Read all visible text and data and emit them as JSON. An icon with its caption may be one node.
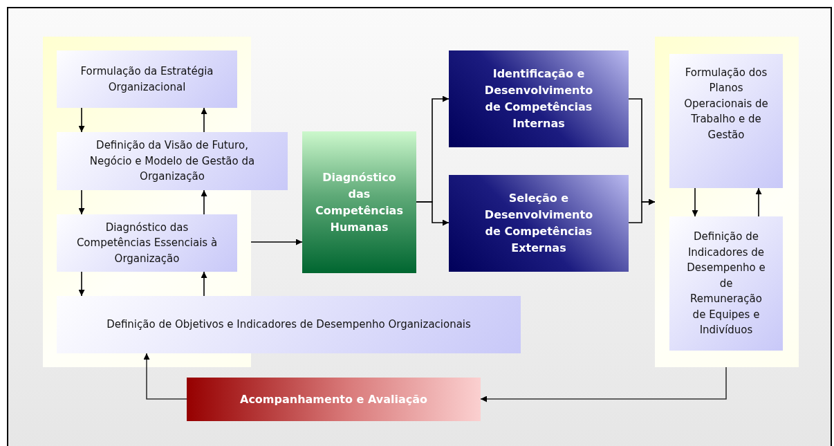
{
  "diagram": {
    "nodes": [
      {
        "text": [],
        "shape": "box"
      },
      {
        "text": [
          "Formulação da Estratégia Organizacional"
        ],
        "in": 0
      },
      {
        "text": [
          "Definição da Visão de Futuro, Negócio e Modelo de Gestão da Organização"
        ],
        "in": 0
      },
      {
        "text": [
          "Diagnóstico das Competências Essenciais à Organização"
        ],
        "in": 0
      },
      {
        "text": [
          "Definição de Objetivos e Indicadores de Desempenho Organizacionais"
        ]
      },
      {
        "text": [
          "Diagnóstico das Competências Humanas"
        ]
      },
      {
        "text": [
          "Identificação e Desenvolvimento de Competências Internas"
        ]
      },
      {
        "text": [
          "Seleção e Desenvolvimento de Competências Externas"
        ]
      },
      {
        "text": [],
        "shape": "box"
      },
      {
        "text": [
          "Formulação dos Planos Operacionais de Trabalho e de Gestão"
        ],
        "in": 8
      },
      {
        "text": [
          "Definição de Indicadores de Desempenho e de Remuneração de Equipes e Indivíduos"
        ],
        "in": 8
      },
      {
        "text": [
          "Acompanhamento e Avaliação"
        ]
      }
    ],
    "edges": [
      {
        "from": 1,
        "to": 2,
        "arrow": "to"
      },
      {
        "from": 2,
        "to": 1,
        "arrow": "to"
      },
      {
        "from": 2,
        "to": 3,
        "arrow": "to"
      },
      {
        "from": 3,
        "to": 2,
        "arrow": "to"
      },
      {
        "from": 3,
        "to": 4,
        "arrow": "to"
      },
      {
        "from": 4,
        "to": 3,
        "arrow": "to"
      },
      {
        "from": 0,
        "to": 5,
        "arrow": "to"
      },
      {
        "from": 5,
        "to": 6,
        "arrow": "to"
      },
      {
        "from": 5,
        "to": 7,
        "arrow": "to"
      },
      {
        "from": 6,
        "to": 8,
        "arrow": "to"
      },
      {
        "from": 7,
        "to": 8,
        "arrow": "to"
      },
      {
        "from": 9,
        "to": 10,
        "arrow": "to"
      },
      {
        "from": 10,
        "to": 9,
        "arrow": "to"
      },
      {
        "from": 8,
        "to": 11,
        "arrow": "to"
      },
      {
        "from": 11,
        "to": 4,
        "arrow": "to"
      }
    ]
  }
}
